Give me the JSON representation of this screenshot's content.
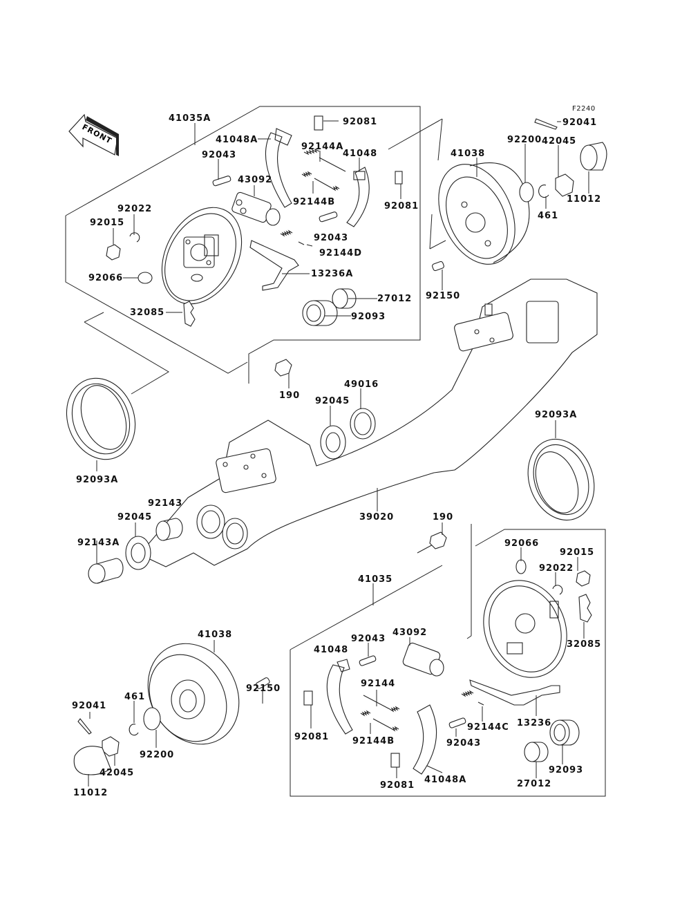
{
  "diagram": {
    "code": "F2240",
    "front_marker": "FRONT",
    "groups": {
      "upper_left_brake_assy": "41035A",
      "lower_right_brake_assy": "41035"
    },
    "labels": [
      {
        "id": "l-41035A",
        "text": "41035A"
      },
      {
        "id": "l-41048A-top",
        "text": "41048A"
      },
      {
        "id": "l-92081-top1",
        "text": "92081"
      },
      {
        "id": "l-92043-top1",
        "text": "92043"
      },
      {
        "id": "l-92144A",
        "text": "92144A"
      },
      {
        "id": "l-41048-top",
        "text": "41048"
      },
      {
        "id": "l-43092-top",
        "text": "43092"
      },
      {
        "id": "l-92144B-top",
        "text": "92144B"
      },
      {
        "id": "l-92081-top2",
        "text": "92081"
      },
      {
        "id": "l-92022-top",
        "text": "92022"
      },
      {
        "id": "l-92015-top",
        "text": "92015"
      },
      {
        "id": "l-92043-top2",
        "text": "92043"
      },
      {
        "id": "l-92144D",
        "text": "92144D"
      },
      {
        "id": "l-92066-top",
        "text": "92066"
      },
      {
        "id": "l-13236A",
        "text": "13236A"
      },
      {
        "id": "l-27012-top",
        "text": "27012"
      },
      {
        "id": "l-92093-top",
        "text": "92093"
      },
      {
        "id": "l-32085-top",
        "text": "32085"
      },
      {
        "id": "l-41038-top",
        "text": "41038"
      },
      {
        "id": "l-92200-top",
        "text": "92200"
      },
      {
        "id": "l-42045-top",
        "text": "42045"
      },
      {
        "id": "l-92041-top",
        "text": "92041"
      },
      {
        "id": "l-11012-top",
        "text": "11012"
      },
      {
        "id": "l-461-top",
        "text": "461"
      },
      {
        "id": "l-92150-top",
        "text": "92150"
      },
      {
        "id": "l-190-top",
        "text": "190"
      },
      {
        "id": "l-49016",
        "text": "49016"
      },
      {
        "id": "l-92045-mid",
        "text": "92045"
      },
      {
        "id": "l-92093A-left",
        "text": "92093A"
      },
      {
        "id": "l-92093A-right",
        "text": "92093A"
      },
      {
        "id": "l-92143",
        "text": "92143"
      },
      {
        "id": "l-92045-left",
        "text": "92045"
      },
      {
        "id": "l-92143A",
        "text": "92143A"
      },
      {
        "id": "l-39020",
        "text": "39020"
      },
      {
        "id": "l-190-bot",
        "text": "190"
      },
      {
        "id": "l-92066-bot",
        "text": "92066"
      },
      {
        "id": "l-92015-bot",
        "text": "92015"
      },
      {
        "id": "l-92022-bot",
        "text": "92022"
      },
      {
        "id": "l-41035",
        "text": "41035"
      },
      {
        "id": "l-32085-bot",
        "text": "32085"
      },
      {
        "id": "l-41038-bot",
        "text": "41038"
      },
      {
        "id": "l-92043-bot1",
        "text": "92043"
      },
      {
        "id": "l-43092-bot",
        "text": "43092"
      },
      {
        "id": "l-41048-bot",
        "text": "41048"
      },
      {
        "id": "l-92144",
        "text": "92144"
      },
      {
        "id": "l-92150-bot",
        "text": "92150"
      },
      {
        "id": "l-92041-bot",
        "text": "92041"
      },
      {
        "id": "l-461-bot",
        "text": "461"
      },
      {
        "id": "l-92081-bot1",
        "text": "92081"
      },
      {
        "id": "l-92144B-bot",
        "text": "92144B"
      },
      {
        "id": "l-92144C",
        "text": "92144C"
      },
      {
        "id": "l-13236",
        "text": "13236"
      },
      {
        "id": "l-92043-bot2",
        "text": "92043"
      },
      {
        "id": "l-92093-bot",
        "text": "92093"
      },
      {
        "id": "l-42045-bot",
        "text": "42045"
      },
      {
        "id": "l-92200-bot",
        "text": "92200"
      },
      {
        "id": "l-27012-bot",
        "text": "27012"
      },
      {
        "id": "l-92081-bot2",
        "text": "92081"
      },
      {
        "id": "l-41048A-bot",
        "text": "41048A"
      },
      {
        "id": "l-11012-bot",
        "text": "11012"
      }
    ]
  }
}
